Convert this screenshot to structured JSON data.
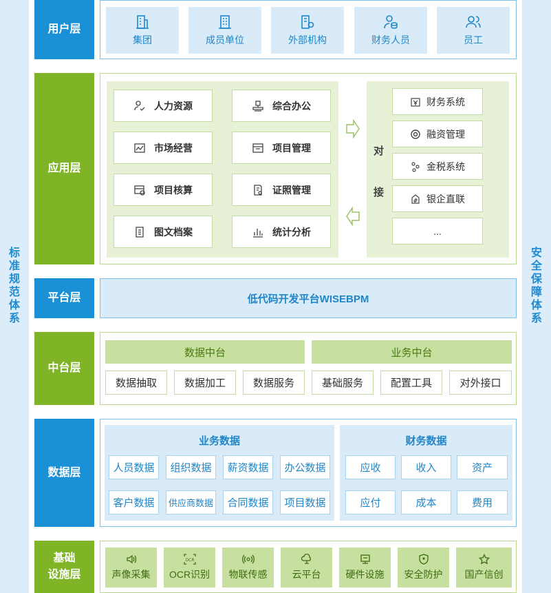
{
  "left_side": [
    "标",
    "准",
    "规",
    "范",
    "体",
    "系"
  ],
  "right_side": [
    "安",
    "全",
    "保",
    "障",
    "体",
    "系"
  ],
  "layers": {
    "user": "用户层",
    "app": "应用层",
    "platform": "平台层",
    "middle": "中台层",
    "data": "数据层",
    "infra_1": "基础",
    "infra_2": "设施层"
  },
  "user_items": [
    {
      "label": "集团",
      "icon": "building-icon"
    },
    {
      "label": "成员单位",
      "icon": "office-building-icon"
    },
    {
      "label": "外部机构",
      "icon": "external-org-icon"
    },
    {
      "label": "财务人员",
      "icon": "finance-person-icon"
    },
    {
      "label": "员工",
      "icon": "users-icon"
    }
  ],
  "app_items": [
    {
      "label": "人力资源",
      "icon": "hr-icon"
    },
    {
      "label": "综合办公",
      "icon": "office-stamp-icon"
    },
    {
      "label": "市场经营",
      "icon": "market-icon"
    },
    {
      "label": "项目管理",
      "icon": "project-window-icon"
    },
    {
      "label": "项目核算",
      "icon": "accounting-icon"
    },
    {
      "label": "证照管理",
      "icon": "license-icon"
    },
    {
      "label": "图文档案",
      "icon": "archive-icon"
    },
    {
      "label": "统计分析",
      "icon": "bar-chart-icon"
    }
  ],
  "dock_label": [
    "对",
    "接"
  ],
  "dock_items": [
    {
      "label": "财务系统",
      "icon": "yen-icon"
    },
    {
      "label": "融资管理",
      "icon": "finance-circle-icon"
    },
    {
      "label": "金税系统",
      "icon": "tax-icon"
    },
    {
      "label": "银企直联",
      "icon": "bank-link-icon"
    },
    {
      "label": "...",
      "icon": ""
    }
  ],
  "platform_text": "低代码开发平台WISEBPM",
  "middle": {
    "data_head": "数据中台",
    "biz_head": "业务中台",
    "items": [
      "数据抽取",
      "数据加工",
      "数据服务",
      "基础服务",
      "配置工具",
      "对外接口"
    ]
  },
  "data_layer": {
    "biz_title": "业务数据",
    "biz_items": [
      "人员数据",
      "组织数据",
      "薪资数据",
      "办公数据",
      "客户数据",
      "供应商数据",
      "合同数据",
      "项目数据"
    ],
    "fin_title": "财务数据",
    "fin_items": [
      "应收",
      "收入",
      "资产",
      "应付",
      "成本",
      "费用"
    ]
  },
  "infra_items": [
    {
      "label": "声像采集",
      "icon": "speaker-icon"
    },
    {
      "label": "OCR识别",
      "icon": "ocr-icon"
    },
    {
      "label": "物联传感",
      "icon": "signal-icon"
    },
    {
      "label": "云平台",
      "icon": "cloud-icon"
    },
    {
      "label": "硬件设施",
      "icon": "hardware-icon"
    },
    {
      "label": "安全防护",
      "icon": "shield-icon"
    },
    {
      "label": "国产信创",
      "icon": "star-icon"
    }
  ],
  "colors": {
    "blue": "#1a90d7",
    "green": "#7fb427",
    "light_blue": "#d9ebf8",
    "light_green": "#e6f1d6"
  }
}
